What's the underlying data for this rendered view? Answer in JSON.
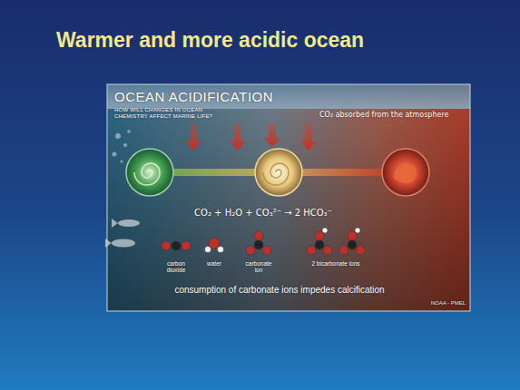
{
  "diagram": {
    "title": "Warmer and more acidic ocean",
    "labels": [
      "OCEAN ACIDIFICATION",
      "HOW WILL CHANGES IN OCEAN CHEMISTRY AFFECT MARINE LIFE?",
      "CO₂ absorbed from the atmosphere",
      "CO₂ + H₂O + CO₃²⁻ → 2 HCO₃⁻",
      "carbon dioxide",
      "water",
      "carbonate ion",
      "2 bicarbonate ions",
      "consumption of carbonate ions impedes calcification",
      "NOAA - PMEL"
    ]
  }
}
